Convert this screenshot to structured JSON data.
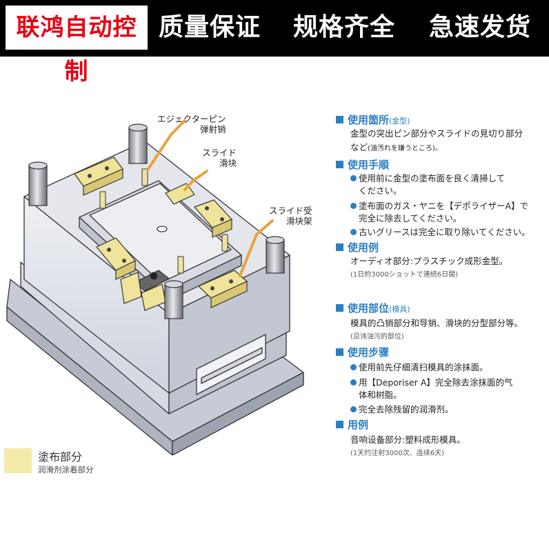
{
  "banner": {
    "brand": "联鸿自动控制",
    "slogans": [
      "质量保证",
      "规格齐全",
      "急速发货"
    ]
  },
  "callouts": {
    "ejector_ja": "エジェクターピン",
    "ejector_zh": "弹射销",
    "slide_ja": "スライド",
    "slide_zh": "滑块",
    "slide_holder_ja": "スライド受",
    "slide_holder_zh": "滑块架"
  },
  "legend": {
    "ja": "塗布部分",
    "zh": "润滑剂涂着部分",
    "swatch_color": "#f4eaa7"
  },
  "japanese": {
    "s1_title": "使用箇所",
    "s1_sub": "(金型)",
    "s1_line1": "金型の突出ピン部分やスライドの見切り部分",
    "s1_line2a": "など",
    "s1_line2b": "(油汚れを嫌うところ)。",
    "s2_title": "使用手順",
    "s2_b1a": "使用前に金型の塗布面を良く清掃して",
    "s2_b1b": "ください。",
    "s2_b2a": "塗布面のガス・ヤニを【デポライザーA】で",
    "s2_b2b": "完全に除去してください。",
    "s2_b3": "古いグリースは完全に取り除いてください。",
    "s3_title": "使用例",
    "s3_line1": "オーディオ部分:プラスチック成形金型。",
    "s3_line2": "(1日約3000ショットで連続6日間)"
  },
  "chinese": {
    "s1_title": "使用部位",
    "s1_sub": "(模具)",
    "s1_line1": "模具的凸销部分和导销、滑块的分型部分等。",
    "s1_line2": "(忌讳油污的部位)",
    "s2_title": "使用步骤",
    "s2_b1": "使用前先仔细清扫模具的涂抹面。",
    "s2_b2a": "用【Deporiser A】完全除去涂抹面的气",
    "s2_b2b": "体和树脂。",
    "s2_b3": "完全去除残留的润滑剂。",
    "s3_title": "用例",
    "s3_line1": "音响设备部分:塑料成形模具。",
    "s3_line2": "(1天约注射3000次、连续6天)"
  },
  "colors": {
    "accent_blue": "#2a7fc4",
    "brand_red": "#e60012",
    "banner_bg": "#000000",
    "lubricant_yellow": "#f4eaa7"
  }
}
